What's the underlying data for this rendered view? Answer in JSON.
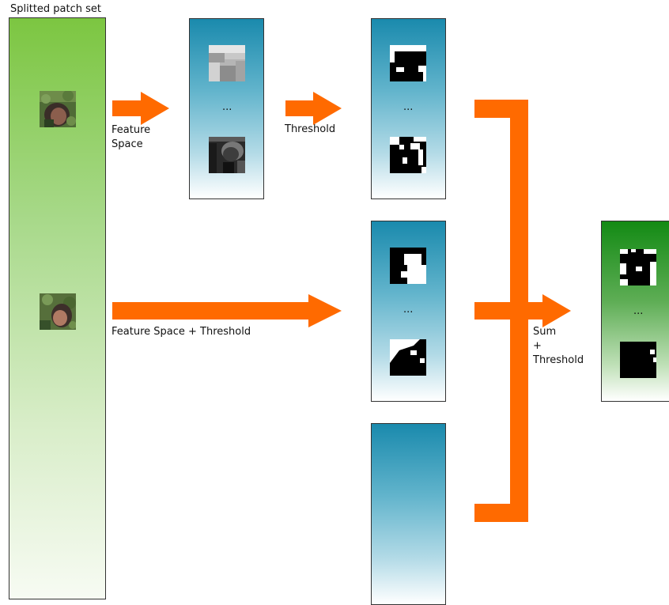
{
  "title": "Splitted patch set",
  "labels": {
    "feature_space": "Feature\nSpace",
    "threshold": "Threshold",
    "feature_space_threshold": "Feature Space + Threshold",
    "sum_threshold": "Sum\n+\nThreshold"
  },
  "ellipsis": "...",
  "colors": {
    "arrow": "#ff6a00",
    "green_top": "#7cc641",
    "blue_top": "#1a8aad",
    "output_top": "#138a14"
  }
}
